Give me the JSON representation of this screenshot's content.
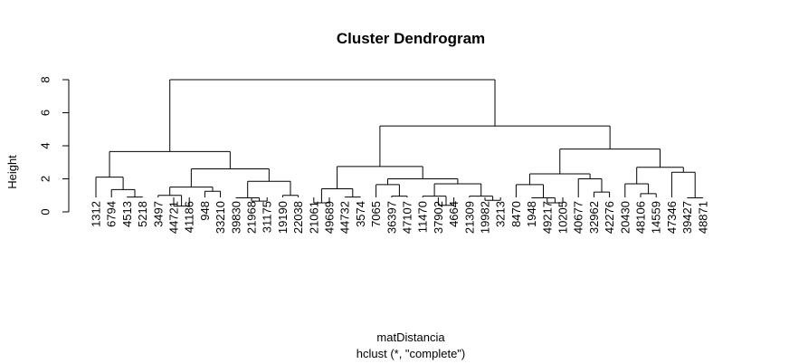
{
  "chart_data": {
    "type": "dendrogram",
    "title": "Cluster Dendrogram",
    "xlabel": "matDistancia",
    "subtitle": "hclust (*, \"complete\")",
    "ylabel": "Height",
    "ylim": [
      0,
      8
    ],
    "yticks": [
      "0",
      "2",
      "4",
      "6",
      "8"
    ],
    "leaves": [
      "1312",
      "6794",
      "4513",
      "5218",
      "3497",
      "44721",
      "41186",
      "948",
      "33210",
      "39830",
      "21968",
      "31175",
      "19190",
      "22038",
      "21061",
      "49689",
      "44732",
      "3574",
      "7065",
      "36397",
      "47107",
      "11470",
      "37902",
      "4664",
      "21309",
      "19982",
      "3213",
      "8470",
      "1948",
      "49217",
      "10205",
      "40677",
      "32962",
      "42276",
      "20430",
      "48106",
      "14559",
      "47346",
      "39427",
      "48871"
    ],
    "merges": [
      {
        "members": [
          3,
          4
        ],
        "height": 0.9
      },
      {
        "members": [
          2,
          "m0"
        ],
        "height": 1.35
      },
      {
        "members": [
          1,
          "m1"
        ],
        "height": 2.1
      },
      {
        "members": [
          6,
          7
        ],
        "height": 0.35
      },
      {
        "members": [
          5,
          "m3"
        ],
        "height": 1.0
      },
      {
        "members": [
          8,
          9
        ],
        "height": 1.25
      },
      {
        "members": [
          "m4",
          "m5"
        ],
        "height": 1.5
      },
      {
        "members": [
          11,
          12
        ],
        "height": 0.65
      },
      {
        "members": [
          10,
          "m7"
        ],
        "height": 0.85
      },
      {
        "members": [
          13,
          14
        ],
        "height": 1.0
      },
      {
        "members": [
          "m8",
          "m9"
        ],
        "height": 1.85
      },
      {
        "members": [
          "m6",
          "m10"
        ],
        "height": 2.6
      },
      {
        "members": [
          "m2",
          "m11"
        ],
        "height": 3.65
      },
      {
        "members": [
          15,
          16
        ],
        "height": 0.55
      },
      {
        "members": [
          17,
          18
        ],
        "height": 0.9
      },
      {
        "members": [
          "m13",
          "m14"
        ],
        "height": 1.4
      },
      {
        "members": [
          20,
          21
        ],
        "height": 0.95
      },
      {
        "members": [
          19,
          "m16"
        ],
        "height": 1.65
      },
      {
        "members": [
          23,
          24
        ],
        "height": 0.4
      },
      {
        "members": [
          22,
          "m18"
        ],
        "height": 0.95
      },
      {
        "members": [
          26,
          27
        ],
        "height": 0.7
      },
      {
        "members": [
          25,
          "m20"
        ],
        "height": 0.95
      },
      {
        "members": [
          "m19",
          "m21"
        ],
        "height": 1.7
      },
      {
        "members": [
          "m17",
          "m22"
        ],
        "height": 2.0
      },
      {
        "members": [
          "m15",
          "m23"
        ],
        "height": 2.75
      },
      {
        "members": [
          30,
          31
        ],
        "height": 0.55
      },
      {
        "members": [
          29,
          "m25"
        ],
        "height": 0.85
      },
      {
        "members": [
          28,
          "m26"
        ],
        "height": 1.65
      },
      {
        "members": [
          33,
          34
        ],
        "height": 1.2
      },
      {
        "members": [
          32,
          "m28"
        ],
        "height": 2.0
      },
      {
        "members": [
          "m27",
          "m29"
        ],
        "height": 2.3
      },
      {
        "members": [
          36,
          37
        ],
        "height": 1.1
      },
      {
        "members": [
          35,
          "m31"
        ],
        "height": 1.7
      },
      {
        "members": [
          39,
          40
        ],
        "height": 0.85
      },
      {
        "members": [
          38,
          "m33"
        ],
        "height": 2.4
      },
      {
        "members": [
          "m32",
          "m34"
        ],
        "height": 2.7
      },
      {
        "members": [
          "m30",
          "m35"
        ],
        "height": 3.8
      },
      {
        "members": [
          "m24",
          "m36"
        ],
        "height": 5.2
      },
      {
        "members": [
          "m12",
          "m37"
        ],
        "height": 8.0
      }
    ]
  }
}
